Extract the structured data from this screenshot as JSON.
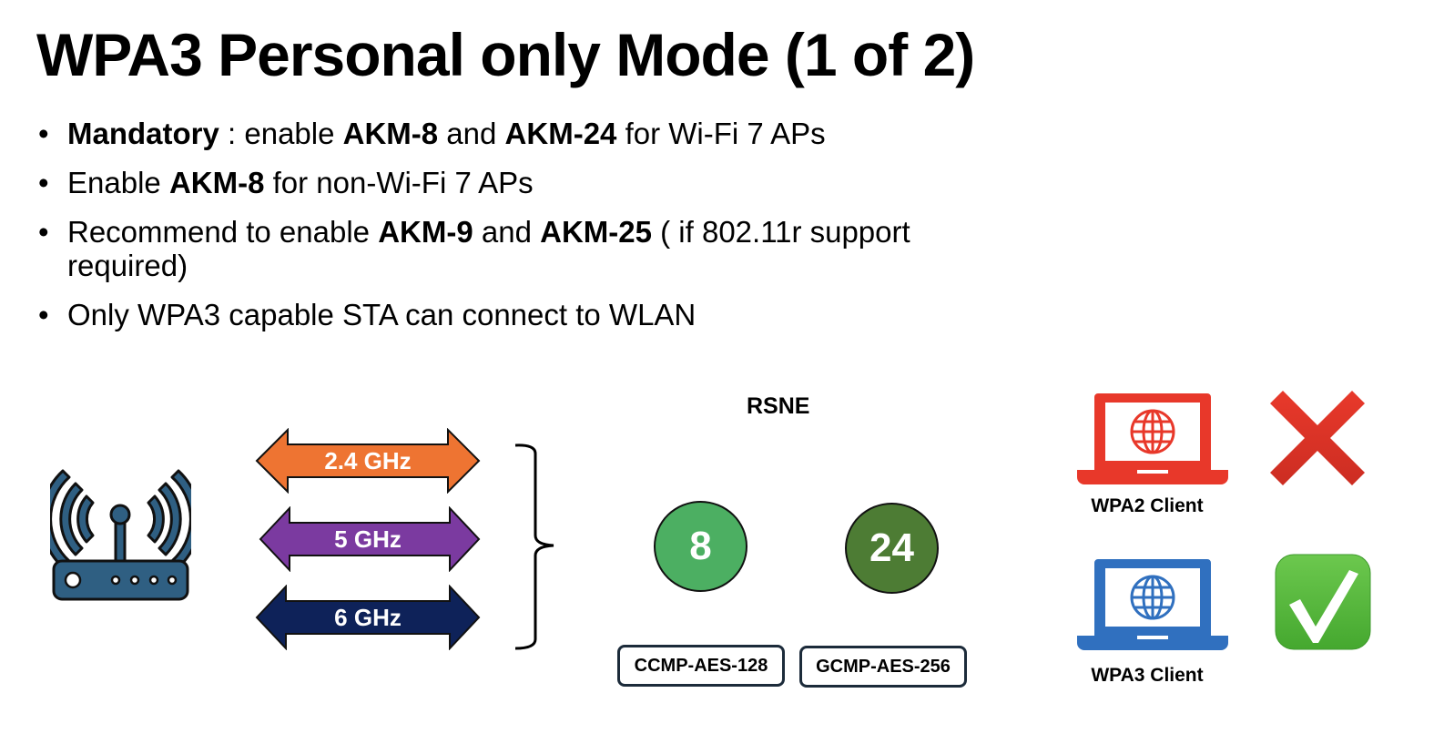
{
  "slide": {
    "title": "WPA3 Personal only Mode (1 of 2)",
    "bullets": [
      {
        "runs": [
          {
            "text": "Mandatory",
            "bold": true
          },
          {
            "text": " : enable ",
            "bold": false
          },
          {
            "text": "AKM-8",
            "bold": true
          },
          {
            "text": " and ",
            "bold": false
          },
          {
            "text": "AKM-24",
            "bold": true
          },
          {
            "text": " for Wi-Fi 7 APs",
            "bold": false
          }
        ]
      },
      {
        "runs": [
          {
            "text": "Enable ",
            "bold": false
          },
          {
            "text": "AKM-8",
            "bold": true
          },
          {
            "text": " for non-Wi-Fi 7 APs",
            "bold": false
          }
        ]
      },
      {
        "runs": [
          {
            "text": "Recommend to enable ",
            "bold": false
          },
          {
            "text": "AKM-9",
            "bold": true
          },
          {
            "text": " and ",
            "bold": false
          },
          {
            "text": "AKM-25",
            "bold": true
          },
          {
            "text": " ( if 802.11r support required)",
            "bold": false
          }
        ]
      },
      {
        "runs": [
          {
            "text": "Only WPA3 capable STA can connect to WLAN",
            "bold": false
          }
        ]
      }
    ]
  },
  "diagram": {
    "access_point": {
      "icon": "wifi-router-icon",
      "color": "#2f5f82"
    },
    "bands": [
      {
        "label": "2.4 GHz",
        "color": "#ee7432"
      },
      {
        "label": "5 GHz",
        "color": "#7b3aa0"
      },
      {
        "label": "6 GHz",
        "color": "#0e2259"
      }
    ],
    "rsne": {
      "heading": "RSNE",
      "akms": [
        {
          "value": "8",
          "color": "#4caf62",
          "cipher": "CCMP-AES-128"
        },
        {
          "value": "24",
          "color": "#4d7c34",
          "cipher": "GCMP-AES-256"
        }
      ]
    },
    "clients": [
      {
        "label": "WPA2 Client",
        "color": "#e8382a",
        "status": "rejected",
        "status_icon": "cross-mark-icon"
      },
      {
        "label": "WPA3 Client",
        "color": "#3070bf",
        "status": "allowed",
        "status_icon": "check-mark-icon"
      }
    ]
  }
}
